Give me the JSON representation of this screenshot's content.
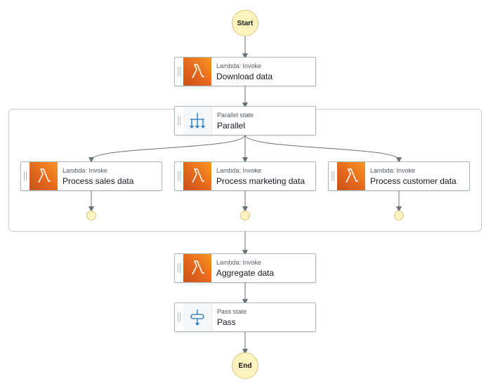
{
  "start_label": "Start",
  "end_label": "End",
  "colors": {
    "lambda_orange": "#e5671d",
    "terminal_fill": "#fcf3bf",
    "edge": "#687078",
    "flow_icon_blue": "#1b73b5"
  },
  "nodes": {
    "download": {
      "type": "Lambda: Invoke",
      "name": "Download data",
      "icon": "lambda-icon"
    },
    "parallel": {
      "type": "Parallel state",
      "name": "Parallel",
      "icon": "parallel-flow-icon"
    },
    "sales": {
      "type": "Lambda: Invoke",
      "name": "Process sales data",
      "icon": "lambda-icon"
    },
    "marketing": {
      "type": "Lambda: Invoke",
      "name": "Process marketing data",
      "icon": "lambda-icon"
    },
    "customer": {
      "type": "Lambda: Invoke",
      "name": "Process customer data",
      "icon": "lambda-icon"
    },
    "aggregate": {
      "type": "Lambda: Invoke",
      "name": "Aggregate data",
      "icon": "lambda-icon"
    },
    "pass": {
      "type": "Pass state",
      "name": "Pass",
      "icon": "pass-flow-icon"
    }
  }
}
